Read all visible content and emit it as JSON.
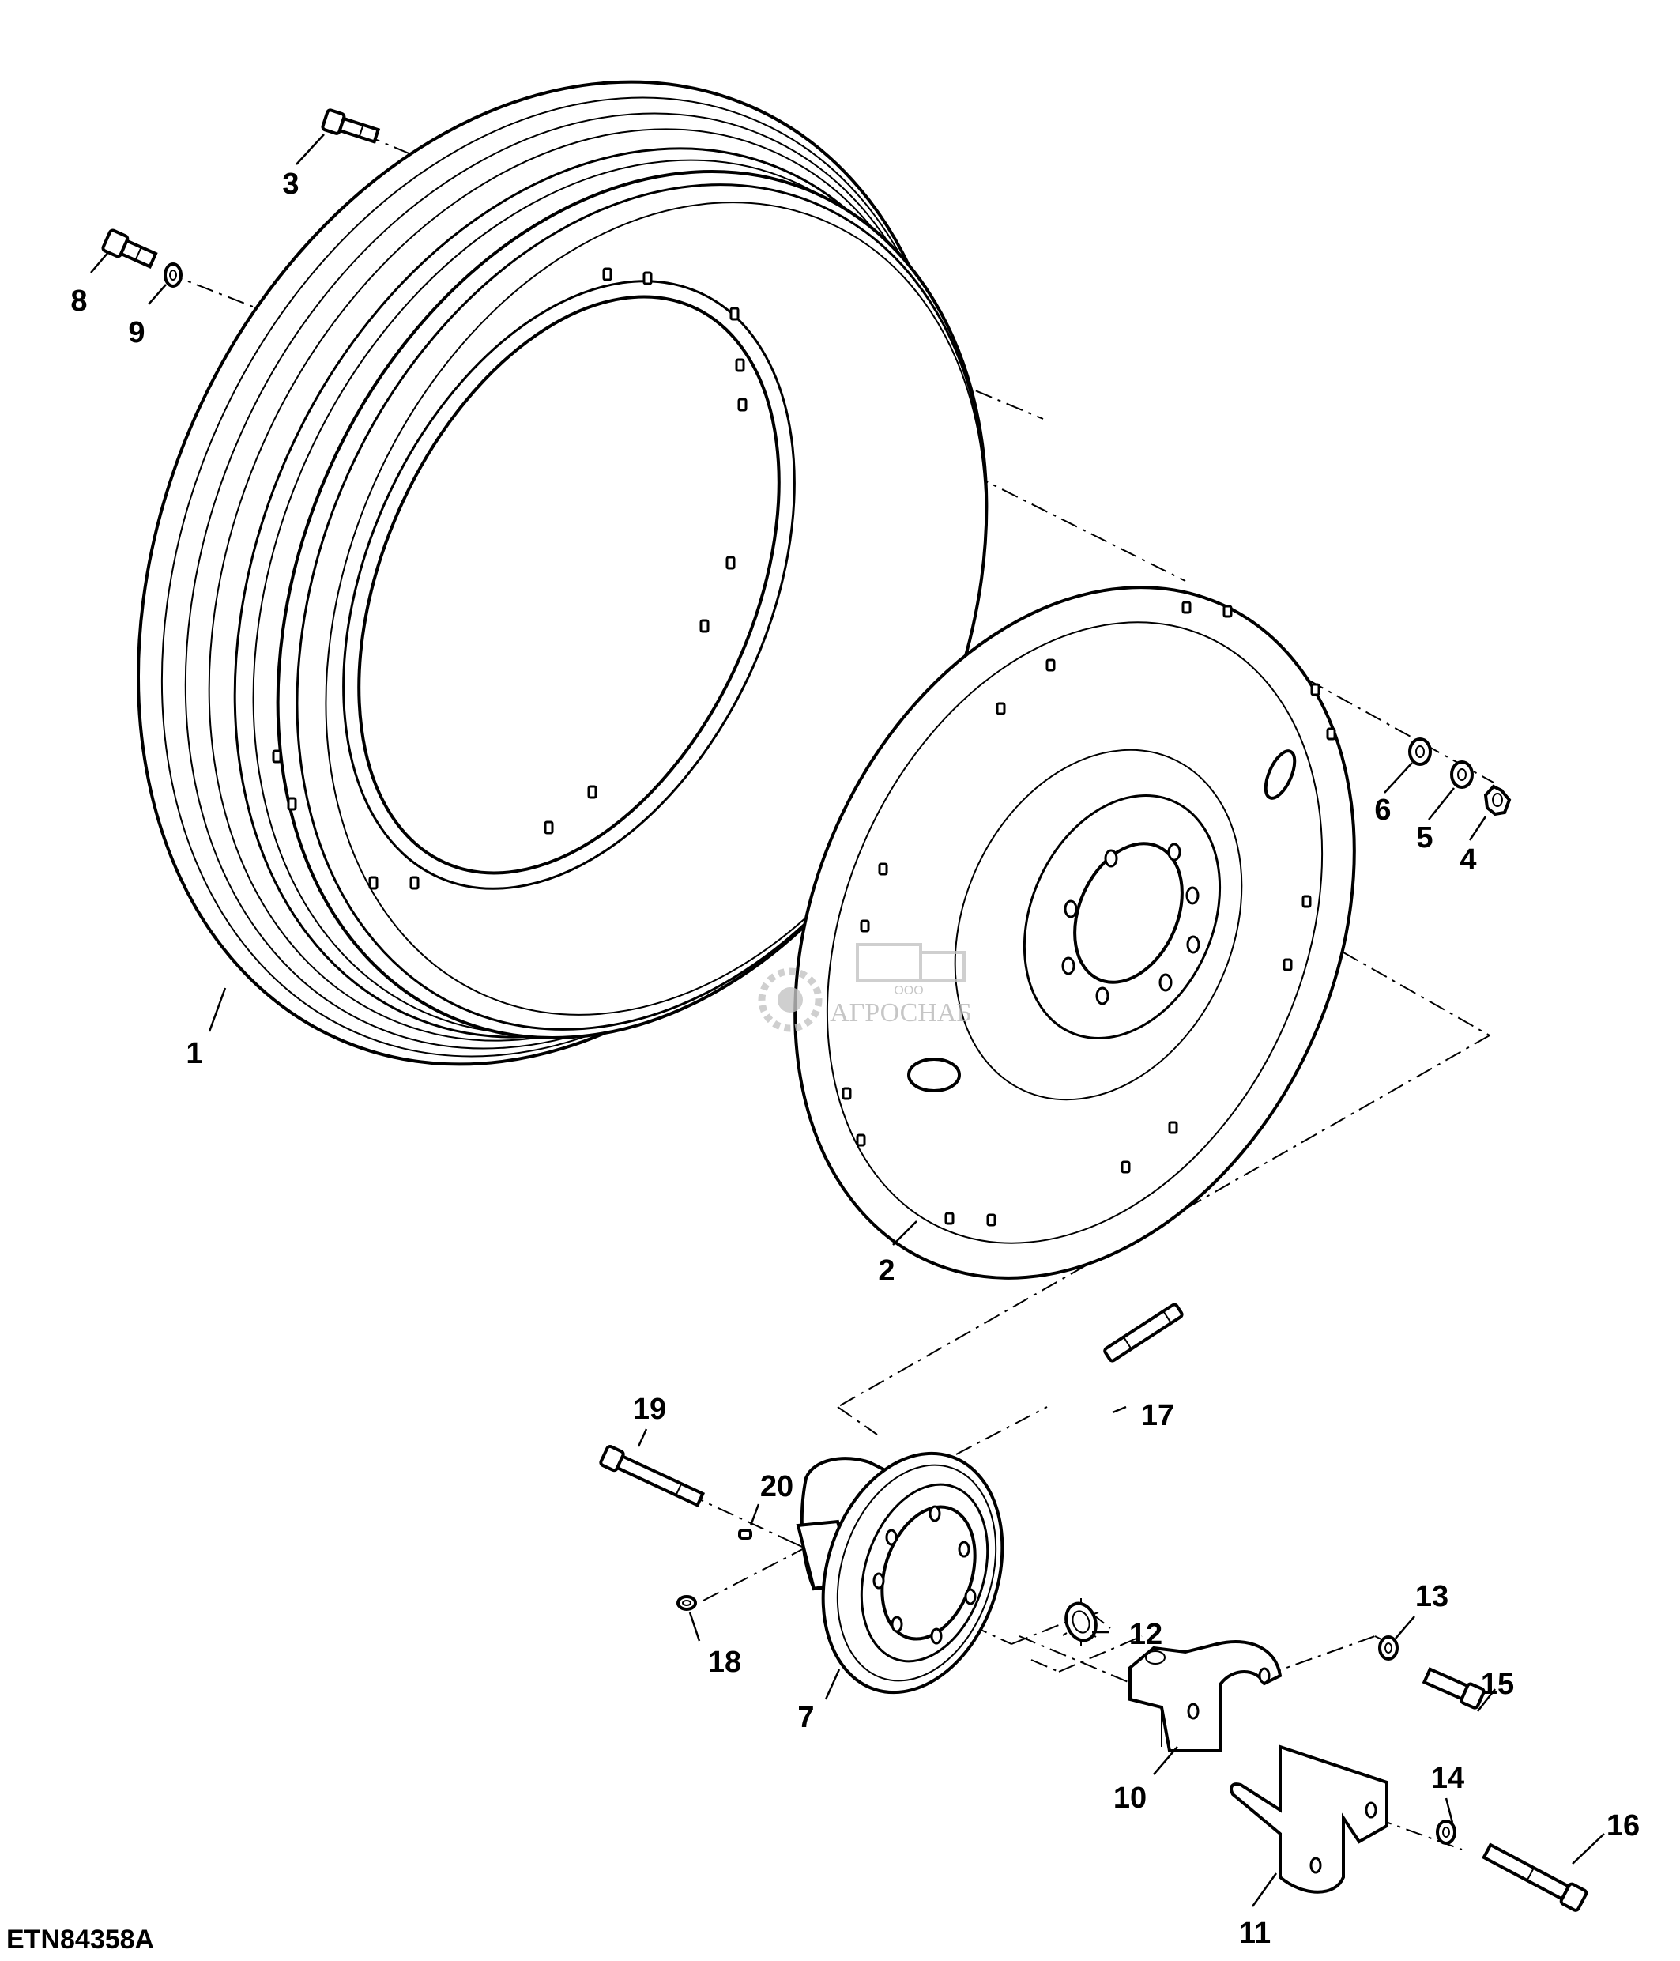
{
  "figure_id": "ETN84358A",
  "watermark": {
    "top": "ООО",
    "name": "АГРОСНАБ"
  },
  "callouts": [
    "1",
    "2",
    "3",
    "4",
    "5",
    "6",
    "7",
    "8",
    "9",
    "10",
    "11",
    "12",
    "13",
    "14",
    "15",
    "16",
    "17",
    "18",
    "19",
    "20"
  ]
}
